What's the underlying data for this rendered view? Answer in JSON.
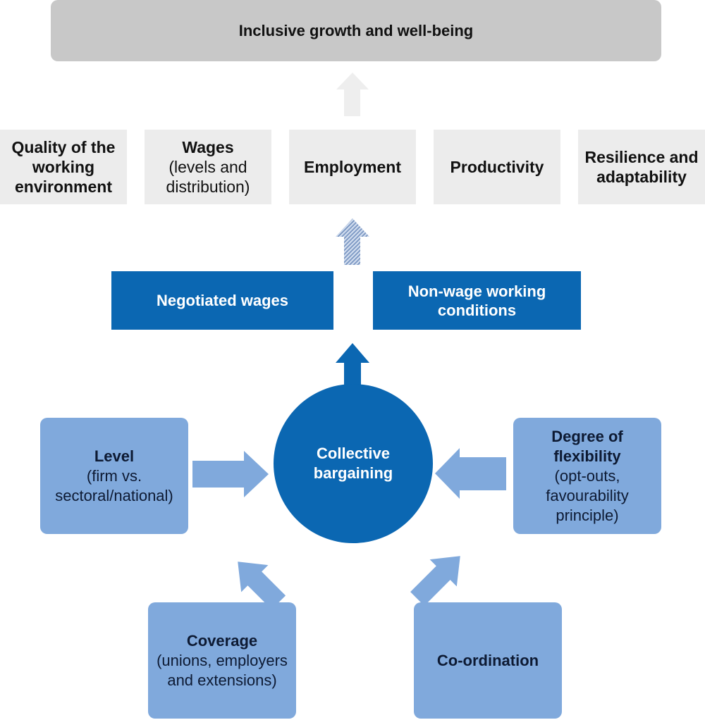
{
  "top": {
    "label": "Inclusive growth and well-being"
  },
  "outcomes": [
    {
      "title_lines": [
        "Quality of the",
        "working",
        "environment"
      ],
      "sub_lines": []
    },
    {
      "title_lines": [
        "Wages"
      ],
      "sub_lines": [
        "(levels and",
        "distribution)"
      ]
    },
    {
      "title_lines": [
        "Employment"
      ],
      "sub_lines": []
    },
    {
      "title_lines": [
        "Productivity"
      ],
      "sub_lines": []
    },
    {
      "title_lines": [
        "Resilience and",
        "adaptability"
      ],
      "sub_lines": []
    }
  ],
  "results": [
    {
      "lines": [
        "Negotiated wages"
      ]
    },
    {
      "lines": [
        "Non-wage working",
        "conditions"
      ]
    }
  ],
  "center": {
    "lines": [
      "Collective",
      "bargaining"
    ]
  },
  "drivers": {
    "level": {
      "title_lines": [
        "Level"
      ],
      "sub_lines": [
        "(firm vs.",
        "sectoral/national)"
      ]
    },
    "flexibility": {
      "title_lines": [
        "Degree of",
        "flexibility"
      ],
      "sub_lines": [
        "(opt-outs,",
        "favourability",
        "principle)"
      ]
    },
    "coverage": {
      "title_lines": [
        "Coverage"
      ],
      "sub_lines": [
        "(unions, employers",
        "and extensions)"
      ]
    },
    "coordination": {
      "title_lines": [
        "Co-ordination"
      ],
      "sub_lines": []
    }
  },
  "colors": {
    "dark_blue": "#0b67b2",
    "light_blue": "#80a9dc",
    "grey_box": "#c8c8c8",
    "light_grey_box": "#ececec",
    "arrow_grey": "#eeeeee",
    "hatched_arrow": "#5577aa"
  }
}
